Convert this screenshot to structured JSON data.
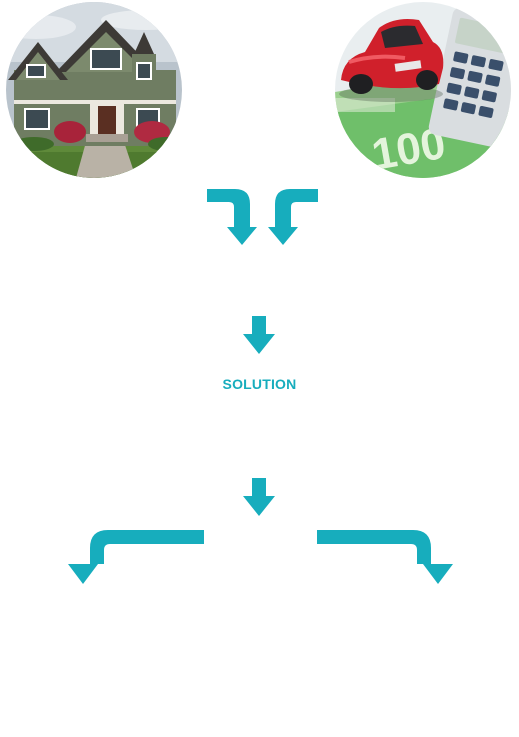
{
  "accent_color": "#17adbd",
  "images": {
    "left": "house-photo",
    "right": "car-money-calculator-photo"
  },
  "icons": [
    "arrow-bend-down-right-icon",
    "arrow-bend-down-left-icon",
    "arrow-down-icon",
    "arrow-down-icon",
    "arrow-branch-left-icon",
    "arrow-branch-right-icon"
  ],
  "solution_label": "SOLUTION"
}
